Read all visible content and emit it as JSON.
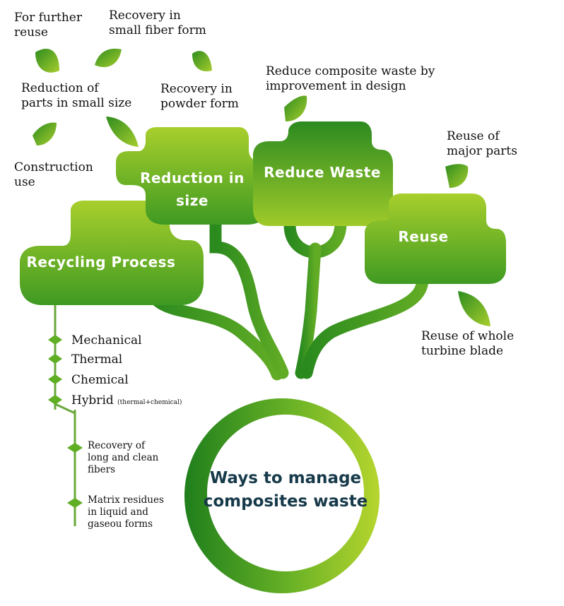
{
  "center": {
    "title_line1": "Ways to manage",
    "title_line2": "composites waste"
  },
  "nodes": {
    "recycling": "Recycling Process",
    "reduction_line1": "Reduction in",
    "reduction_line2": "size",
    "reduce_waste": "Reduce Waste",
    "reuse": "Reuse"
  },
  "leaves": {
    "further_reuse": "For further\nreuse",
    "small_fiber": "Recovery in\nsmall fiber form",
    "parts_small": "Reduction of\nparts in small size",
    "powder": "Recovery in\npowder form",
    "construction": "Construction\nuse",
    "design": "Reduce composite waste by\nimprovement in design",
    "major_parts": "Reuse of\nmajor parts",
    "whole_blade": "Reuse of whole\nturbine blade"
  },
  "recycling_methods": [
    "Mechanical",
    "Thermal",
    "Chemical",
    "Hybrid"
  ],
  "hybrid_note": "(thermal+chemical)",
  "outcomes": [
    "Recovery of\nlong and clean\nfibers",
    "Matrix residues\nin liquid and\ngaseou forms"
  ],
  "colors": {
    "dark_green": "#2f8f1e",
    "mid_green": "#5fae24",
    "light_green": "#a9cf2c"
  }
}
